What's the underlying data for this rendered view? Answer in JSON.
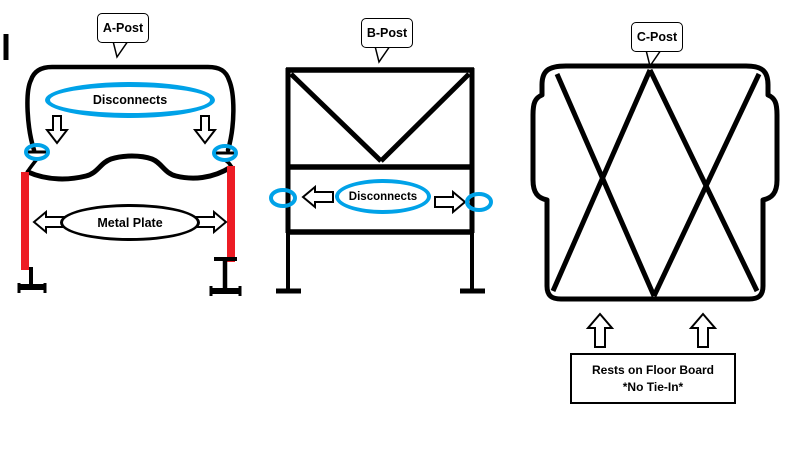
{
  "labels": {
    "a_post": "A-Post",
    "b_post": "B-Post",
    "c_post": "C-Post"
  },
  "a_post": {
    "disconnects": "Disconnects",
    "metal_plate": "Metal Plate"
  },
  "b_post": {
    "disconnects": "Disconnects"
  },
  "c_post": {
    "floor_note_line1": "Rests on Floor Board",
    "floor_note_line2": "*No Tie-In*"
  },
  "icons": {
    "down_arrow": "hollow-outline-arrow-down",
    "left_arrow": "hollow-outline-arrow-left",
    "right_arrow": "hollow-outline-arrow-right",
    "up_arrow": "hollow-outline-arrow-up",
    "disconnect_marker": "blue-ellipse-marker"
  },
  "colors": {
    "structure": "#000000",
    "disconnect_highlight": "#00a2e8",
    "metal_plate_red": "#ed1c24",
    "background": "#ffffff"
  }
}
